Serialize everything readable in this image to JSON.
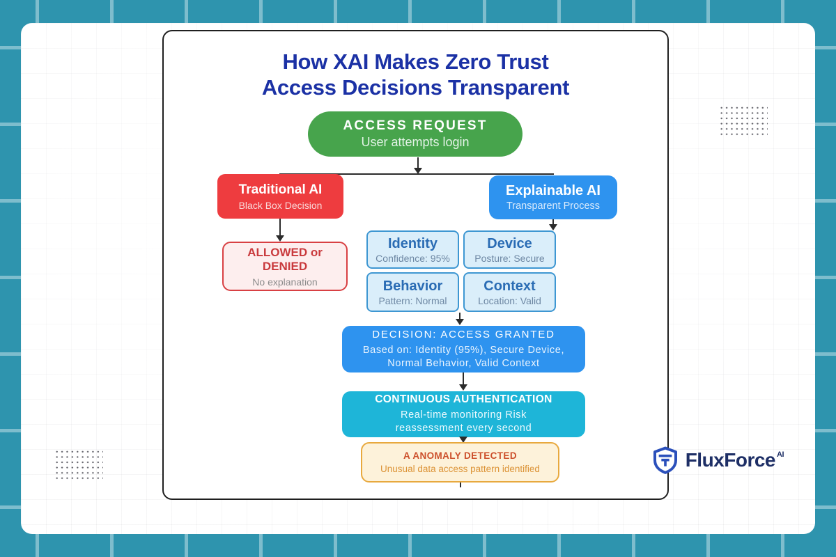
{
  "title": {
    "line1": "How XAI Makes Zero Trust",
    "line2": "Access Decisions Transparent"
  },
  "flow": {
    "access_request": {
      "title": "ACCESS REQUEST",
      "subtitle": "User attempts login"
    },
    "traditional_ai": {
      "title": "Traditional AI",
      "subtitle": "Black Box Decision"
    },
    "explainable_ai": {
      "title": "Explainable AI",
      "subtitle": "Transparent Process"
    },
    "allowed_denied": {
      "title": "ALLOWED or DENIED",
      "subtitle": "No explanation"
    },
    "factors": [
      {
        "title": "Identity",
        "subtitle": "Confidence: 95%"
      },
      {
        "title": "Device",
        "subtitle": "Posture: Secure"
      },
      {
        "title": "Behavior",
        "subtitle": "Pattern: Normal"
      },
      {
        "title": "Context",
        "subtitle": "Location: Valid"
      }
    ],
    "decision": {
      "title": "DECISION: ACCESS GRANTED",
      "line2": "Based on: Identity (95%), Secure Device,",
      "line3": "Normal Behavior, Valid Context"
    },
    "continuous": {
      "title": "CONTINUOUS AUTHENTICATION",
      "line2": "Real-time monitoring  Risk",
      "line3": "reassessment every second"
    },
    "anomaly": {
      "title": "A ANOMALY DETECTED",
      "subtitle": "Unusual data access pattern identified"
    }
  },
  "brand": {
    "name": "FluxForce",
    "suffix": "AI"
  },
  "colors": {
    "frame_teal": "#2E94AE",
    "title_navy": "#1B31A5",
    "green": "#47A44C",
    "red": "#EE3C3F",
    "blue": "#2E93EF",
    "cyan": "#1EB5D8",
    "factor_fill": "#DAEEFA",
    "factor_border": "#3E97D2",
    "pink_fill": "#FDEEEE",
    "anomaly_fill": "#FDF2DA",
    "anomaly_border": "#E8A93E",
    "brand_navy": "#1E2F66"
  }
}
